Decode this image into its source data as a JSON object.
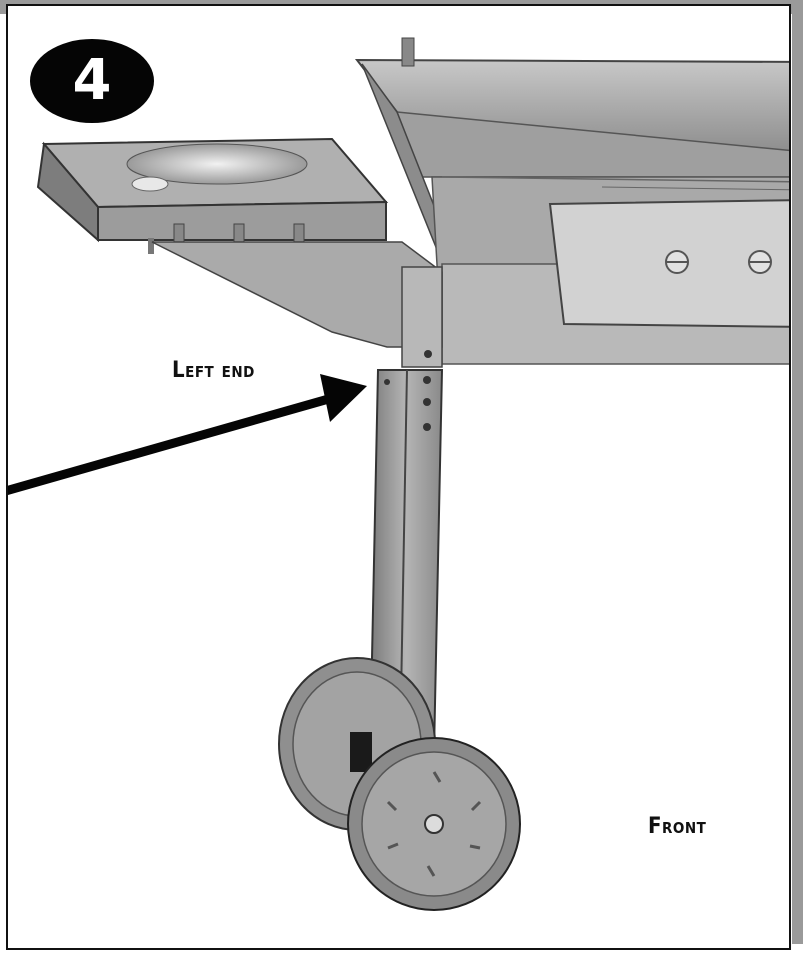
{
  "figure": {
    "step_number": "4",
    "labels": {
      "left_end": "Left end",
      "front": "Front"
    }
  }
}
